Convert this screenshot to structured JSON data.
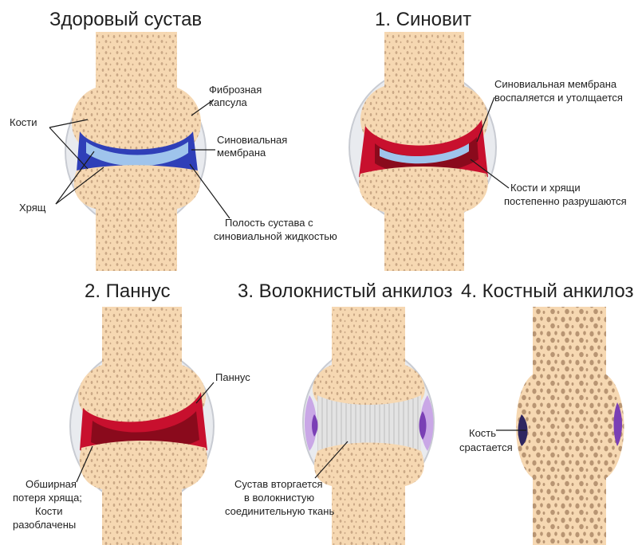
{
  "colors": {
    "bone": "#f6d8b2",
    "bone_pore": "#c9a785",
    "capsule": "#e9ebef",
    "capsule_edge": "#c8cbd2",
    "membrane_healthy": "#2f3fb8",
    "cartilage": "#9fc4ec",
    "inflamed": "#c8102e",
    "inflamed_dark": "#8a0a1c",
    "fibrous": "#dcdcdc",
    "ankylosis_purple": "#7a3fb5",
    "ankylosis_light": "#c9a7e6"
  },
  "panels": {
    "healthy": {
      "title": "Здоровый сустав",
      "labels": {
        "bones": "Кости",
        "cartilage": "Хрящ",
        "capsule": [
          "Фиброзная",
          "капсула"
        ],
        "membrane": [
          "Синовиальная",
          "мембрана"
        ],
        "cavity": [
          "Полость сустава с",
          "синовиальной жидкостью"
        ]
      }
    },
    "synovitis": {
      "title": "1. Синовит",
      "labels": {
        "membrane": [
          "Синовиальная мембрана",
          "воспаляется и утолщается"
        ],
        "destruction": [
          "Кости и хрящи",
          "постепенно разрушаются"
        ]
      }
    },
    "pannus": {
      "title": "2. Паннус",
      "labels": {
        "pannus": "Паннус",
        "loss": [
          "Обширная",
          "потеря хряща;",
          "Кости",
          "разоблачены"
        ]
      }
    },
    "fibrous": {
      "title": "3. Волокнистый анкилоз",
      "labels": {
        "invade": [
          "Сустав вторгается",
          "в волокнистую",
          "соединительную ткань"
        ]
      }
    },
    "bony": {
      "title": "4. Костный анкилоз",
      "labels": {
        "fuse": [
          "Кость",
          "срастается"
        ]
      }
    }
  }
}
